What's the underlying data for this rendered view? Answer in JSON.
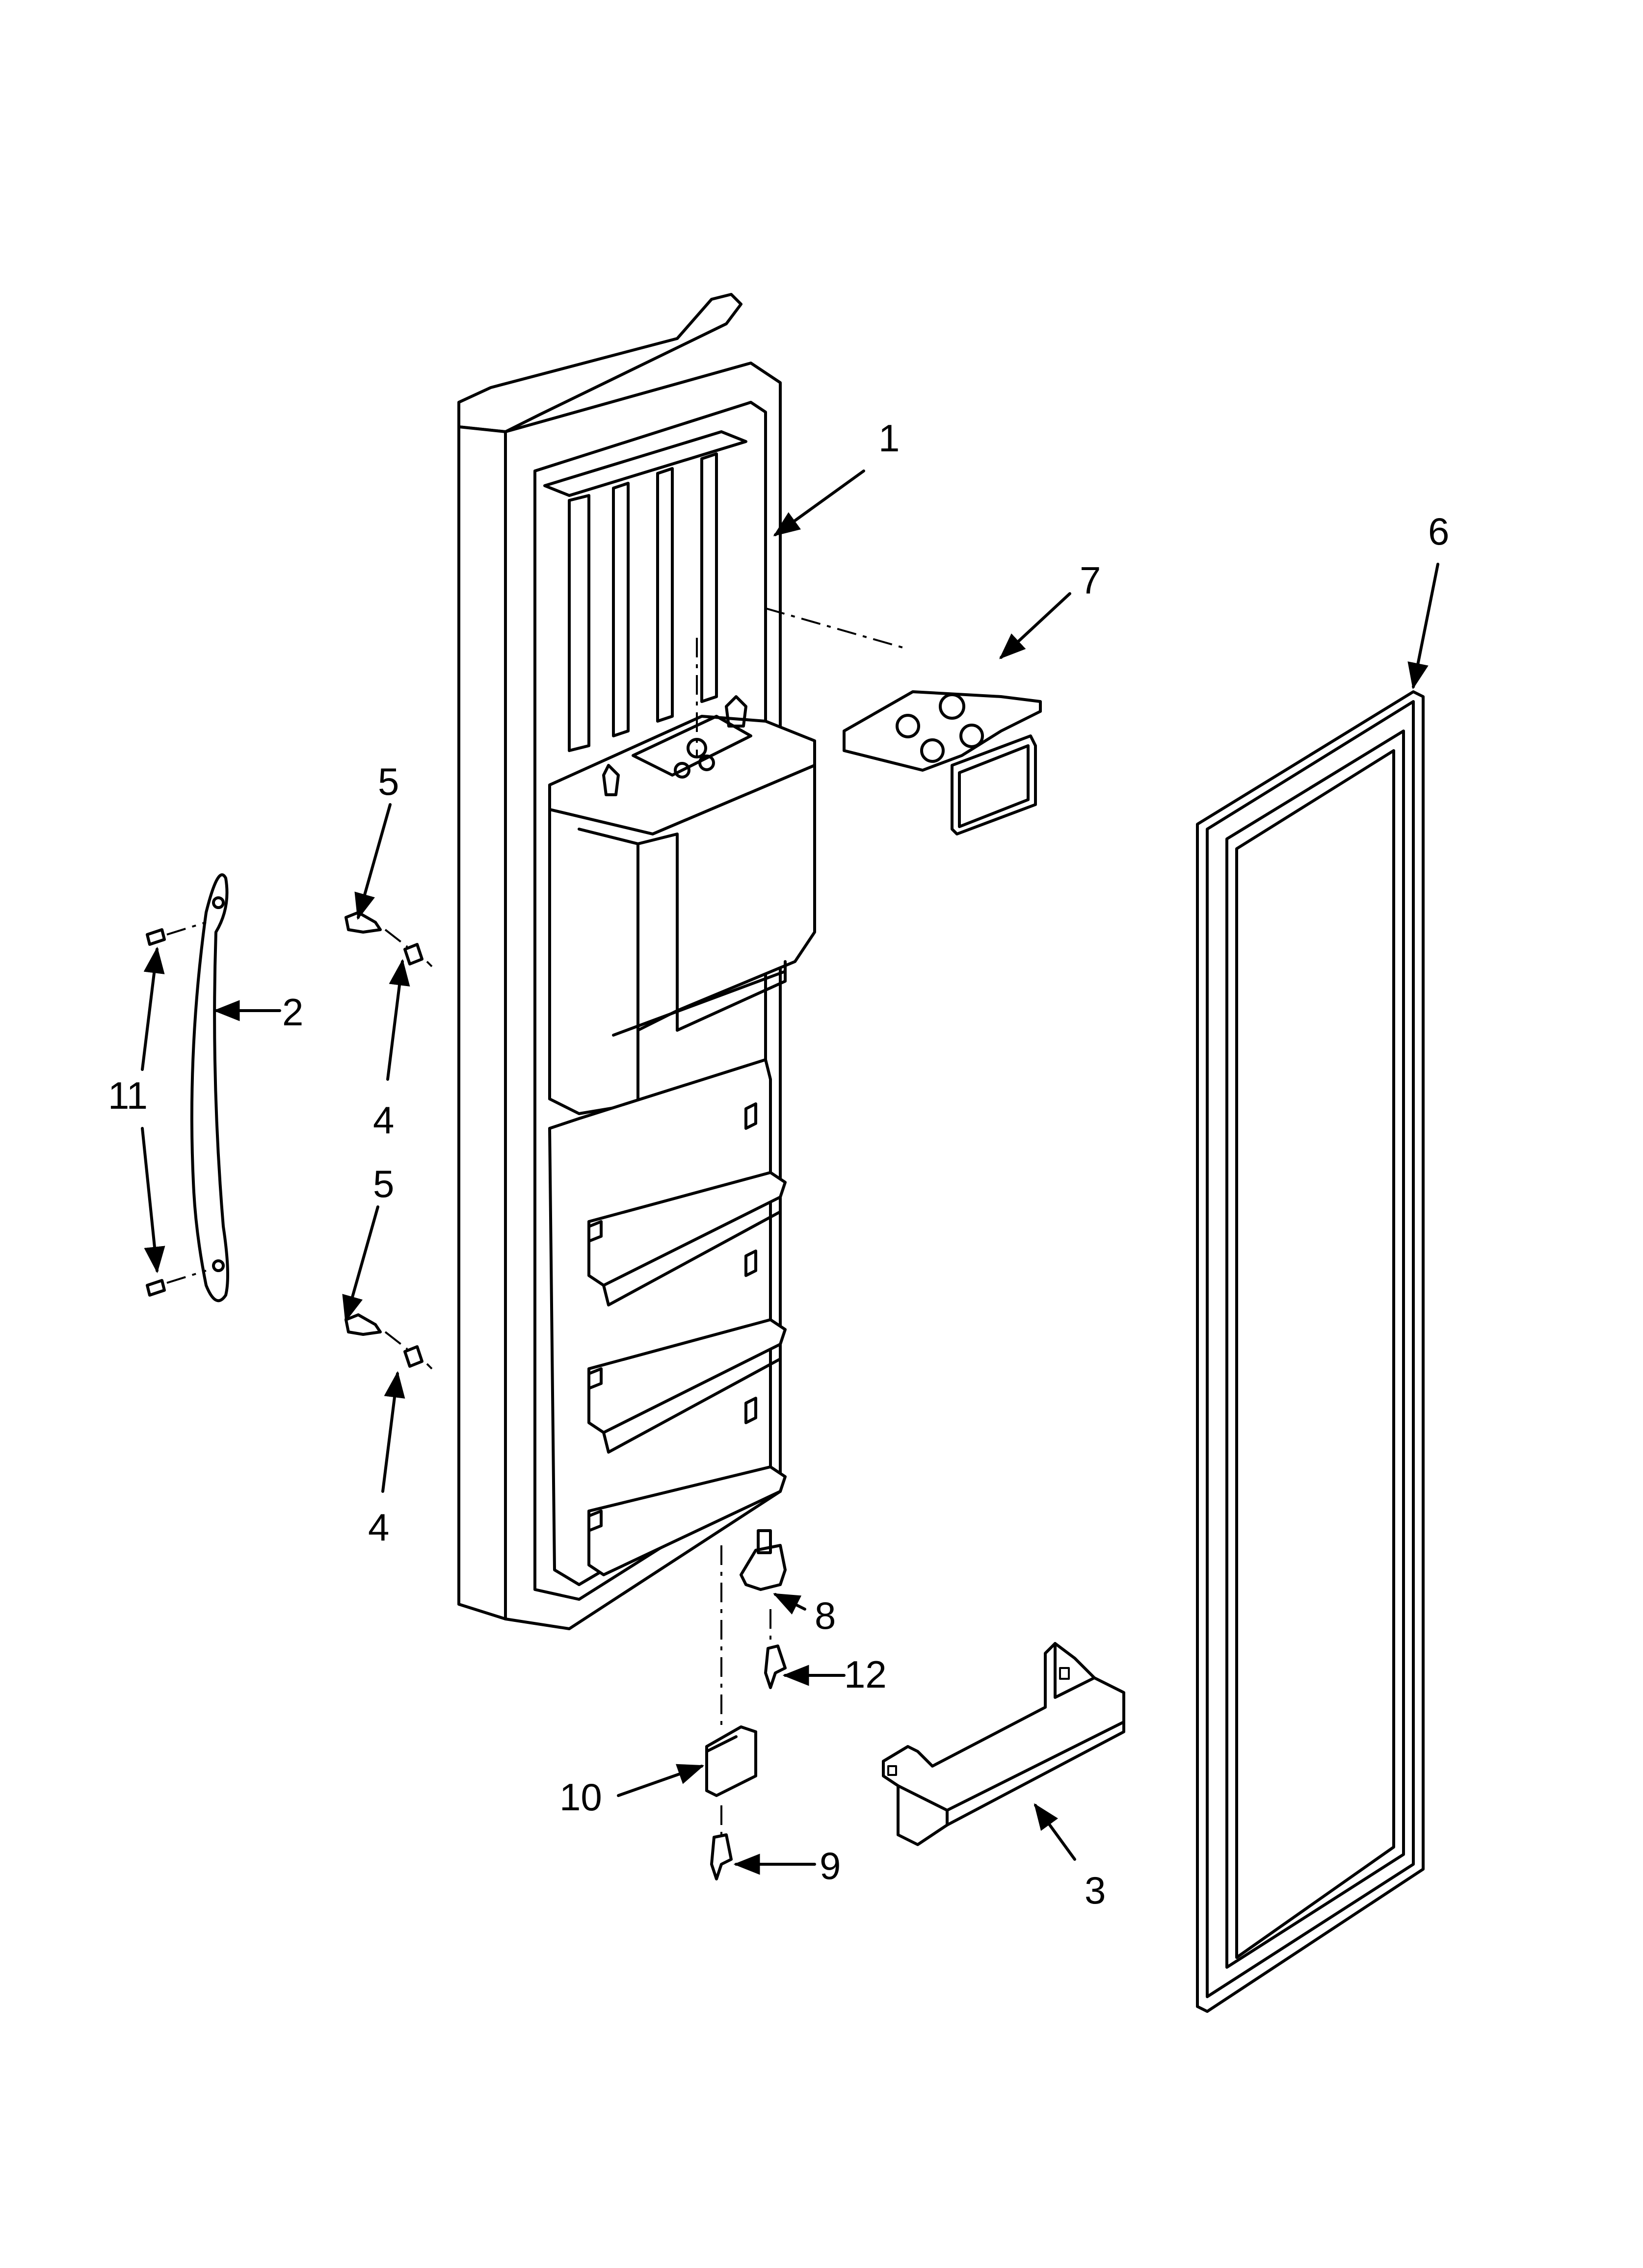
{
  "callouts": [
    {
      "id": "c1",
      "label": "1"
    },
    {
      "id": "c2",
      "label": "2"
    },
    {
      "id": "c3",
      "label": "3"
    },
    {
      "id": "c4a",
      "label": "4"
    },
    {
      "id": "c4b",
      "label": "4"
    },
    {
      "id": "c5a",
      "label": "5"
    },
    {
      "id": "c5b",
      "label": "5"
    },
    {
      "id": "c6",
      "label": "6"
    },
    {
      "id": "c7",
      "label": "7"
    },
    {
      "id": "c8",
      "label": "8"
    },
    {
      "id": "c9",
      "label": "9"
    },
    {
      "id": "c10",
      "label": "10"
    },
    {
      "id": "c11",
      "label": "11"
    },
    {
      "id": "c12",
      "label": "12"
    }
  ]
}
